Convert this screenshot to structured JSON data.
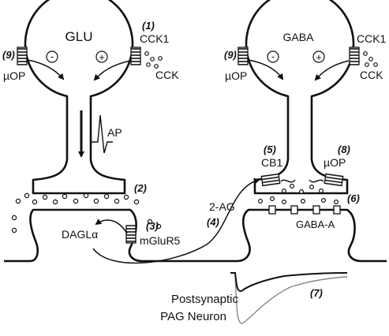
{
  "labels": {
    "glu": "GLU",
    "gaba": "GABA",
    "cck1_left": "CCK1",
    "cck1_right": "CCK1",
    "cck_left": "CCK",
    "cck_right": "CCK",
    "muop_left": "µOP",
    "muop_right": "µOP",
    "muop_terminal": "µOP",
    "minus_left": "-",
    "plus_left": "+",
    "minus_right": "-",
    "plus_right": "+",
    "ap": "AP",
    "dagl": "DAGLα",
    "mglur5": "mGluR5",
    "two_ag": "2-AG",
    "cb1": "CB1",
    "gaba_a": "GABA-A",
    "postsynaptic_line1": "Postsynaptic",
    "postsynaptic_line2": "PAG Neuron"
  },
  "markers": {
    "m1": "(1)",
    "m2": "(2)",
    "m3": "(3)",
    "m4": "(4)",
    "m5": "(5)",
    "m6": "(6)",
    "m7": "(7)",
    "m8": "(8)",
    "m9_left": "(9)",
    "m9_right": "(9)"
  }
}
